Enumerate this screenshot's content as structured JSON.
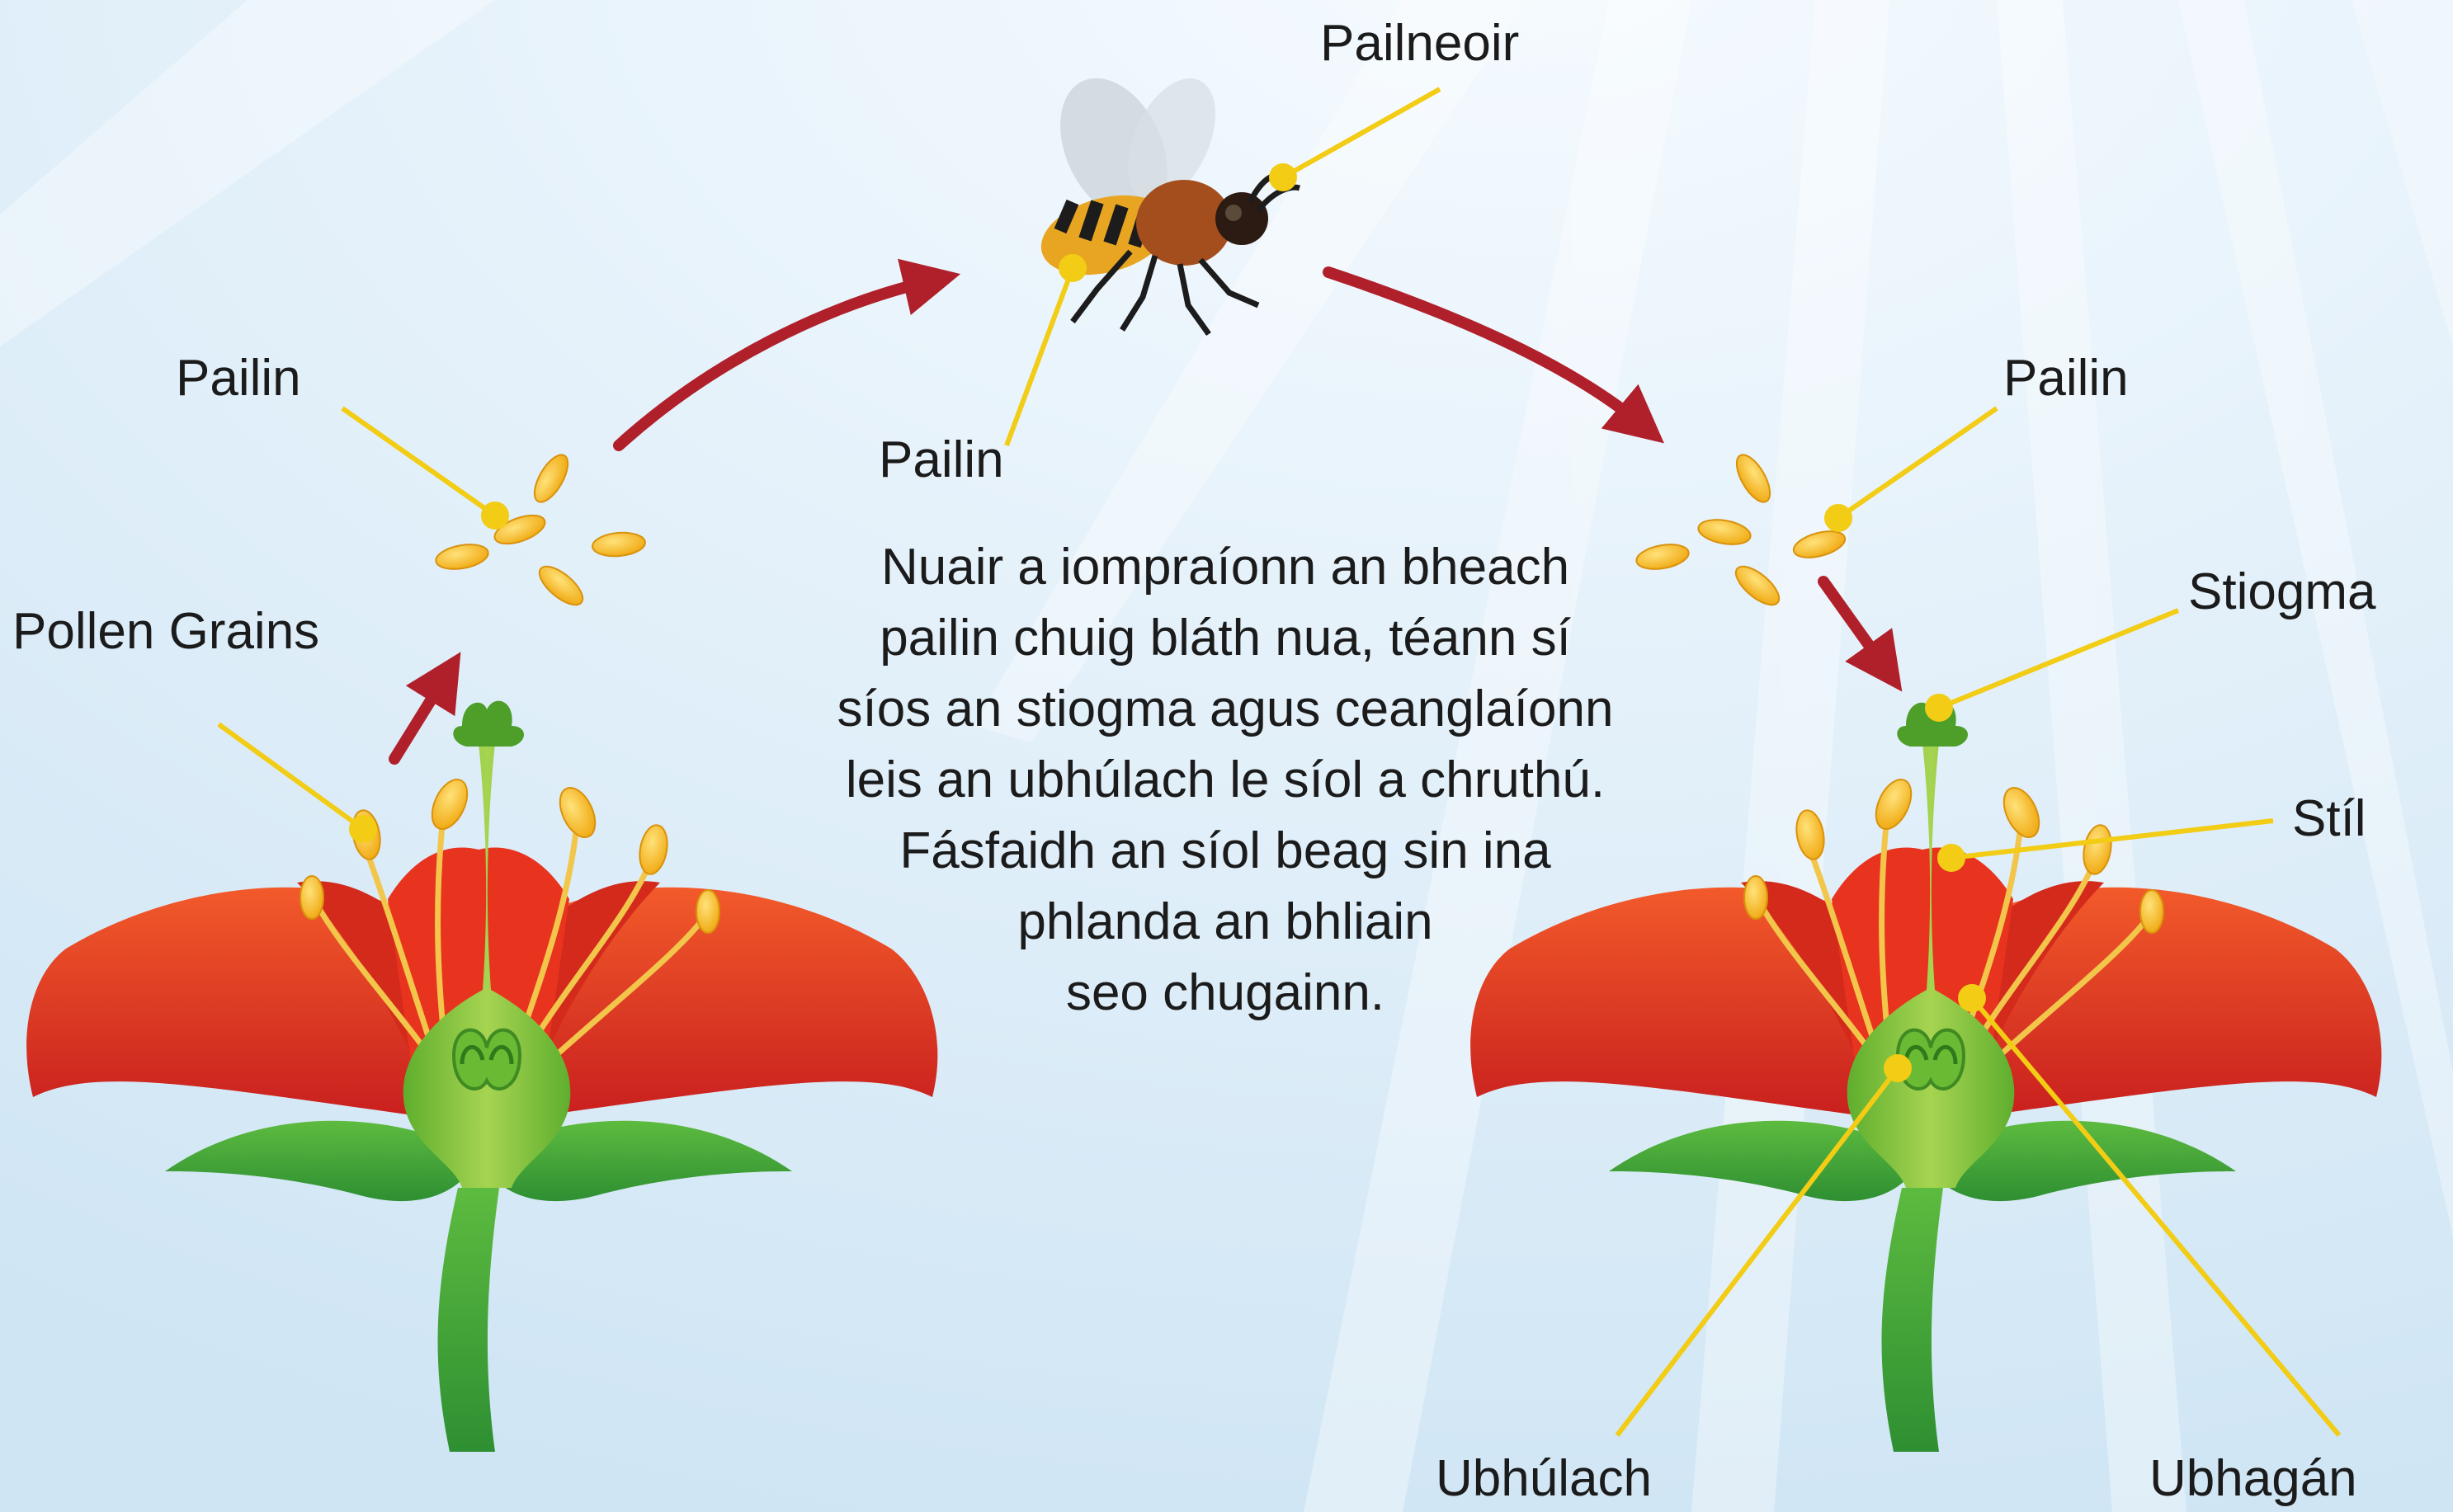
{
  "labels": {
    "pollinator": "Pailneoir",
    "pollen_left": "Pailin",
    "pollen_bee": "Pailin",
    "pollen_right": "Pailin",
    "pollen_grains": "Pollen Grains",
    "stigma": "Stiogma",
    "style": "Stíl",
    "ovule": "Ubhúlach",
    "ovary": "Ubhagán"
  },
  "description": {
    "lines": [
      "Nuair a iompraíonn an bheach",
      "pailin chuig bláth nua, téann sí",
      "síos an stiogma agus ceanglaíonn",
      "leis an ubhúlach le síol a chruthú.",
      "Fásfaidh an síol beag sin ina",
      "phlanda an bhliain",
      "seo chugainn."
    ]
  },
  "colors": {
    "arrow": "#b0202b",
    "leader": "#f2cc15",
    "petal": "#e8341e",
    "pollen": "#f5b81a",
    "pistil": "#8cc63e",
    "leaf": "#3fa637",
    "sky": "#dcecf7"
  },
  "icons": [
    "bee-icon",
    "flower-icon",
    "pollen-grain-icon",
    "arrow-icon"
  ]
}
